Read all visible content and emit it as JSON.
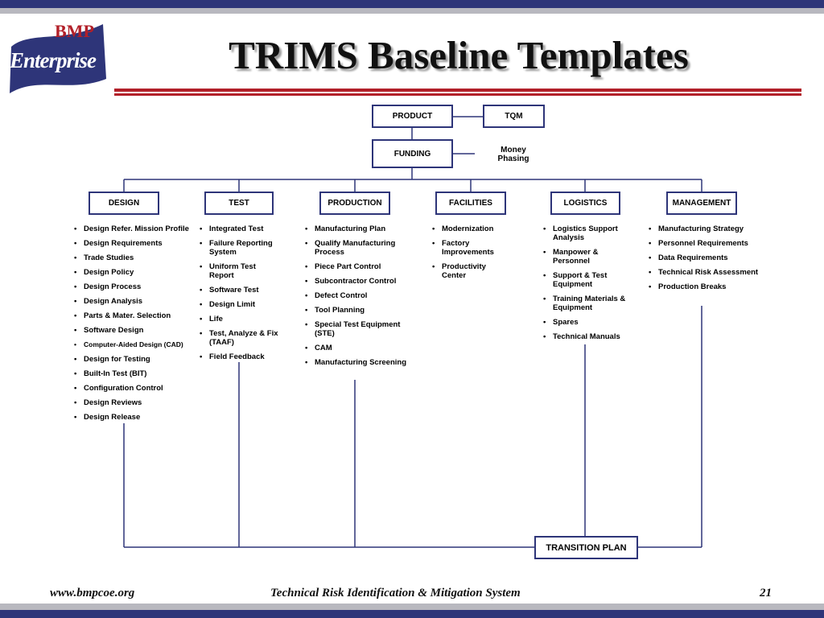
{
  "slide": {
    "title": "TRIMS Baseline Templates",
    "logo": {
      "line1": "BMP",
      "line2": "Enterprise"
    }
  },
  "diagram": {
    "product": "PRODUCT",
    "tqm": "TQM",
    "funding": "FUNDING",
    "money_phasing": [
      "Money",
      "Phasing"
    ],
    "categories": [
      "DESIGN",
      "TEST",
      "PRODUCTION",
      "FACILITIES",
      "LOGISTICS",
      "MANAGEMENT"
    ],
    "items": [
      [
        "Design Refer. Mission Profile",
        "Design Requirements",
        "Trade Studies",
        "Design Policy",
        "Design Process",
        "Design Analysis",
        "Parts & Mater. Selection",
        "Software Design",
        "Computer-Aided Design (CAD)",
        "Design for Testing",
        "Built-In Test (BIT)",
        "Configuration Control",
        "Design Reviews",
        "Design Release"
      ],
      [
        "Integrated Test",
        "Failure Reporting System",
        "Uniform Test Report",
        "Software Test",
        "Design Limit",
        "Life",
        "Test, Analyze & Fix (TAAF)",
        "Field Feedback"
      ],
      [
        "Manufacturing Plan",
        "Qualify Manufacturing Process",
        "Piece Part Control",
        "Subcontractor Control",
        "Defect Control",
        "Tool Planning",
        "Special Test Equipment (STE)",
        "CAM",
        "Manufacturing Screening"
      ],
      [
        "Modernization",
        "Factory Improvements",
        "Productivity Center"
      ],
      [
        "Logistics Support Analysis",
        "Manpower & Personnel",
        "Support & Test Equipment",
        "Training Materials & Equipment",
        "Spares",
        "Technical Manuals"
      ],
      [
        "Manufacturing Strategy",
        "Personnel Requirements",
        "Data Requirements",
        "Technical Risk Assessment",
        "Production Breaks"
      ]
    ],
    "transition_plan": "TRANSITION PLAN"
  },
  "footer": {
    "url": "www.bmpcoe.org",
    "caption": "Technical Risk Identification & Mitigation System",
    "page": "21"
  },
  "colors": {
    "navy": "#2e3579",
    "red": "#b22029",
    "gray": "#b8b8bf"
  }
}
